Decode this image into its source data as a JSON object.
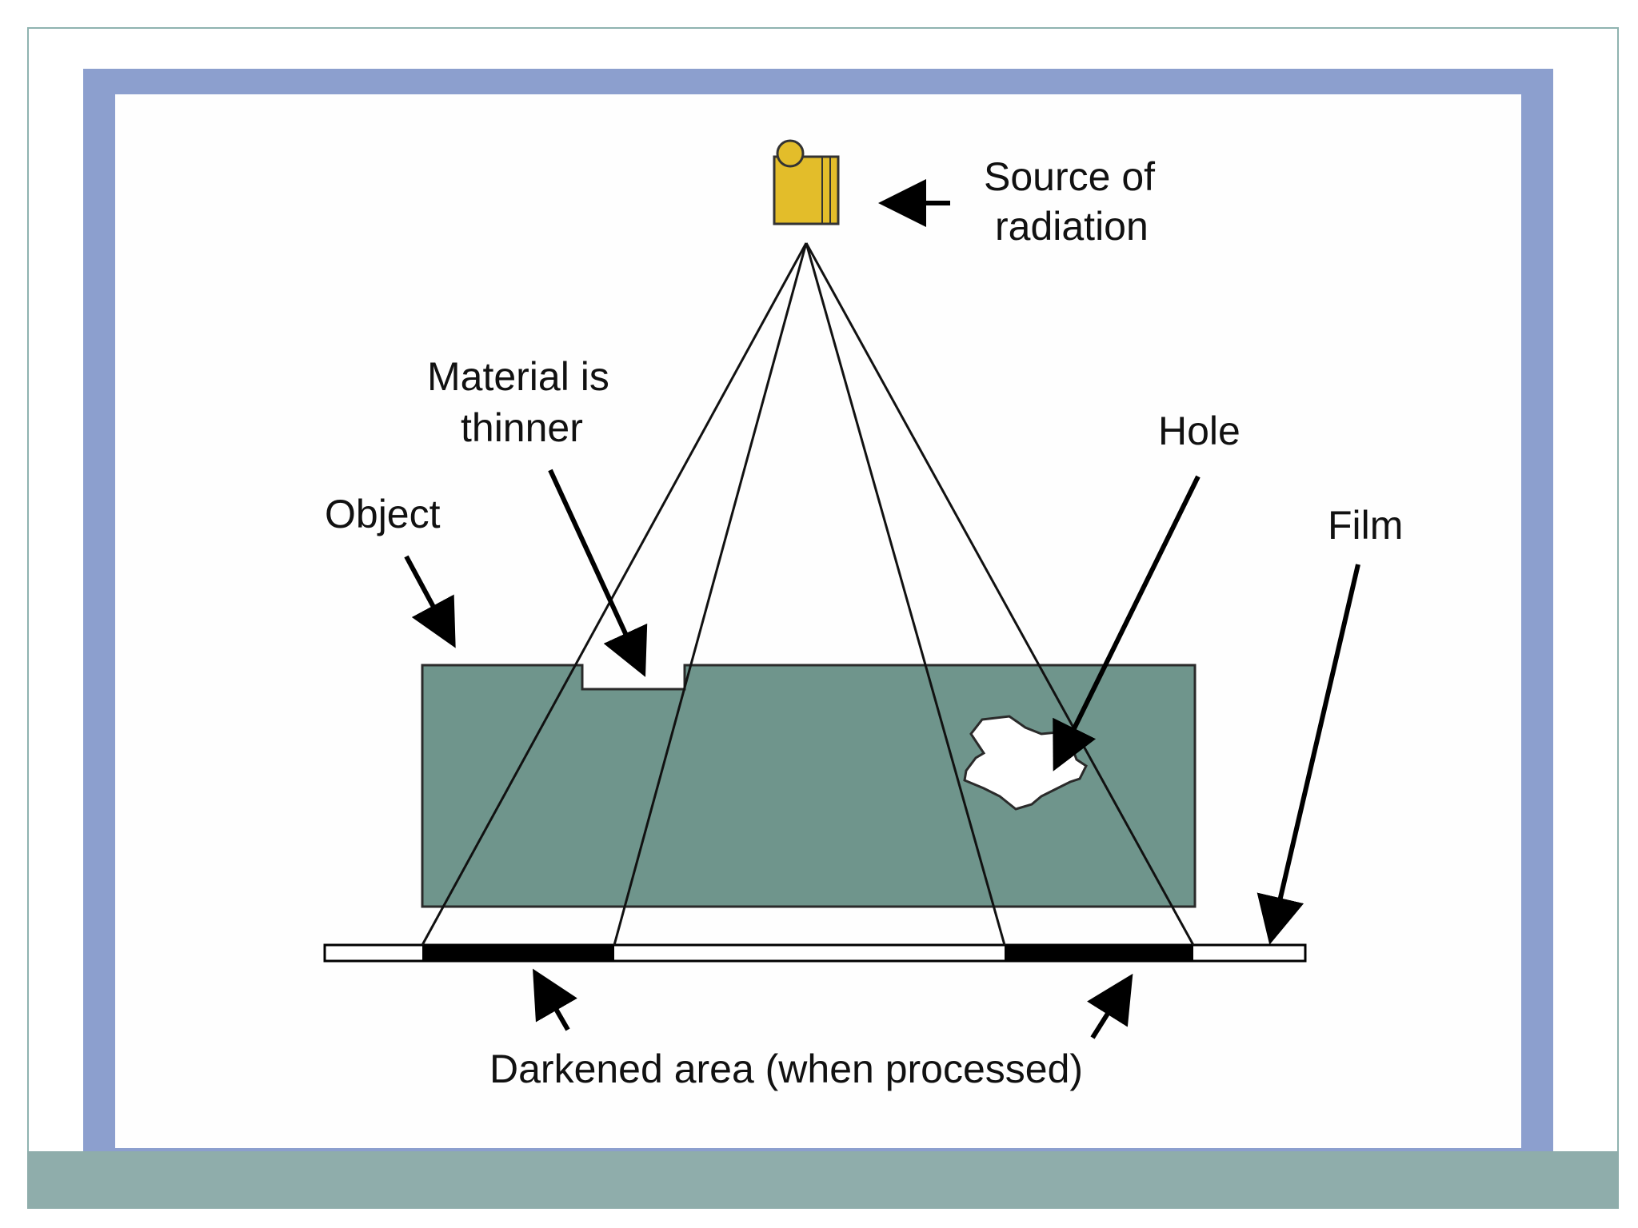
{
  "diagram": {
    "source_label_line1": "Source of",
    "source_label_line2": "radiation",
    "thinner_label_line1": "Material is",
    "thinner_label_line2": "thinner",
    "hole_label": "Hole",
    "object_label": "Object",
    "film_label": "Film",
    "darkened_label": "Darkened area (when processed)"
  },
  "colors": {
    "frame_border": "#8c9fce",
    "object_fill": "#6f958c",
    "source_fill": "#e3bd2a",
    "film_dark": "#000000",
    "footer_bar": "#8fadab"
  }
}
